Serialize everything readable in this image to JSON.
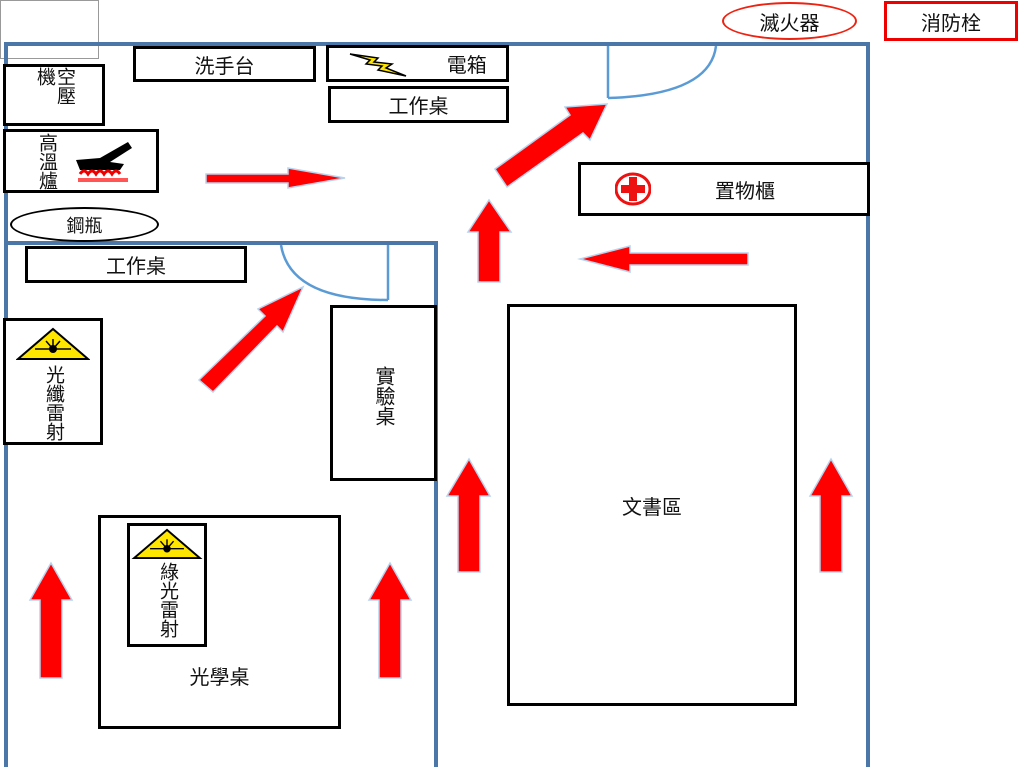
{
  "legend": {
    "extinguisher": "滅火器",
    "hydrant": "消防栓"
  },
  "rooms": {
    "sink": "洗手台",
    "panel": "電箱",
    "workbench_top": "工作桌",
    "compressor": "空壓機",
    "furnace": "高溫爐",
    "cylinder": "鋼瓶",
    "cabinet": "置物櫃",
    "workbench_left": "工作桌",
    "lab_bench": "實驗桌",
    "fiber_laser": "光纖雷射",
    "green_laser": "綠光雷射",
    "optical_table": "光學桌",
    "documents": "文書區"
  },
  "colors": {
    "wall": "#4a76a8",
    "arrow_fill": "#ff0000",
    "arrow_stroke": "#b7d3ee",
    "door": "#5b9bd5",
    "warning_yellow": "#ffe600",
    "hydrant_red": "#ee0000",
    "first_aid_red": "#ee1111"
  },
  "icons": [
    "lightning-icon",
    "hot-surface-icon",
    "first-aid-icon",
    "laser-warning-icon"
  ]
}
